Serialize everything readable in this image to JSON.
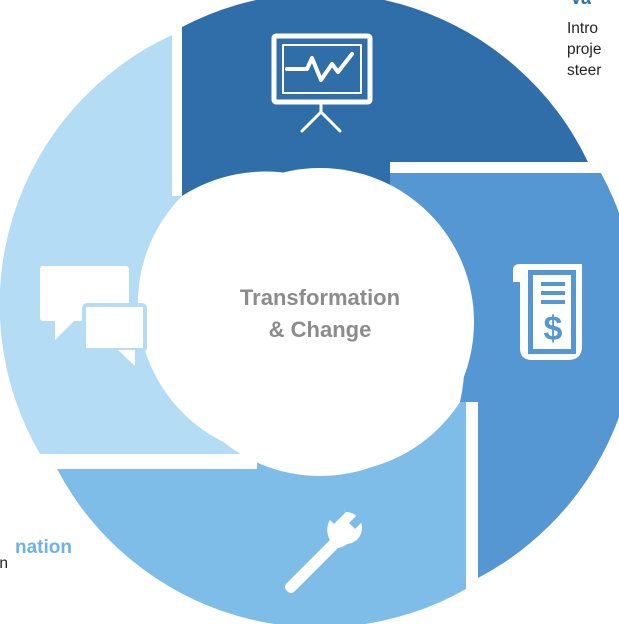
{
  "center": {
    "line1": "Transformation",
    "line2": "& Change"
  },
  "segments": [
    {
      "id": "top",
      "icon": "presentation-chart-icon",
      "color": "#2f6ea8"
    },
    {
      "id": "right",
      "icon": "invoice-dollar-icon",
      "color": "#5597d2"
    },
    {
      "id": "bottom",
      "icon": "wrench-icon",
      "color": "#7fbde9"
    },
    {
      "id": "left",
      "icon": "chat-bubbles-icon",
      "color": "#b4dcf5"
    }
  ],
  "top_right": {
    "heading": "Va",
    "lines": [
      "Intro",
      "proje",
      "steer"
    ]
  },
  "bottom_left": {
    "heading": "nation",
    "line": "n"
  }
}
